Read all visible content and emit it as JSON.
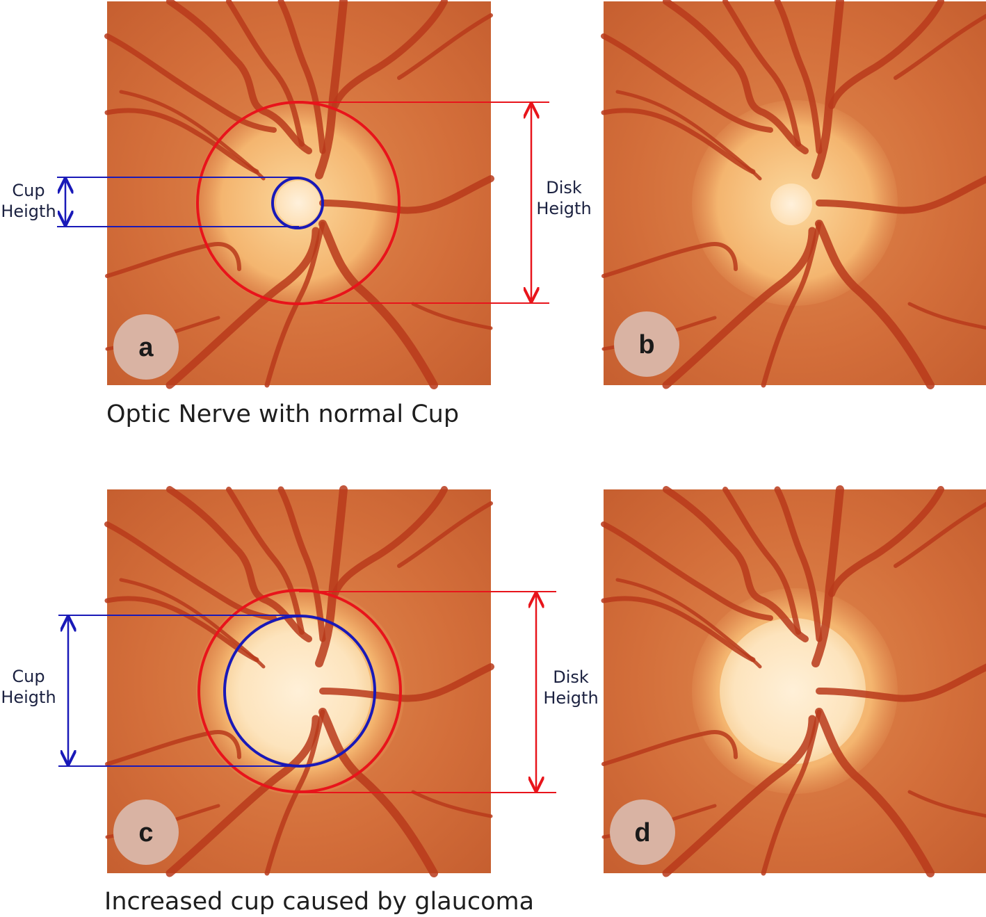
{
  "figure": {
    "colors": {
      "disk_outline": "#e8141b",
      "cup_outline": "#1919b8",
      "fundus_background": "#d36e3a",
      "vessel": "#b83a1b",
      "disk_fill": "#f6c27f",
      "cup_fill": "#fde8c8",
      "letter_badge": "#d9b3a3"
    },
    "top_row": {
      "caption": "Optic Nerve with normal Cup",
      "panels": [
        {
          "letter": "a",
          "annotated": true,
          "cup_label": [
            "Cup",
            "Heigth"
          ],
          "disk_label": [
            "Disk",
            "Heigth"
          ]
        },
        {
          "letter": "b",
          "annotated": false
        }
      ]
    },
    "bottom_row": {
      "caption": "Increased cup caused by glaucoma",
      "panels": [
        {
          "letter": "c",
          "annotated": true,
          "cup_label": [
            "Cup",
            "Heigth"
          ],
          "disk_label": [
            "Disk",
            "Heigth"
          ]
        },
        {
          "letter": "d",
          "annotated": false
        }
      ]
    }
  }
}
